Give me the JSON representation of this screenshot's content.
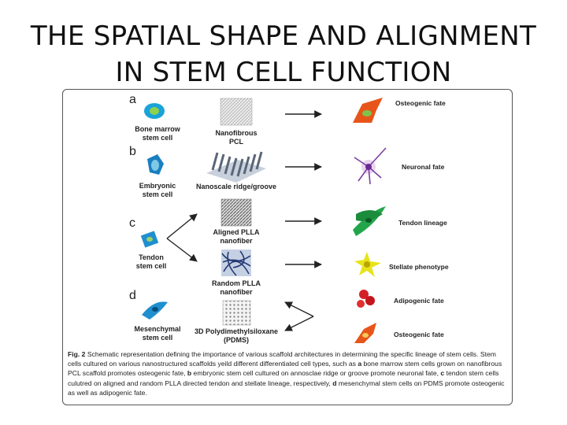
{
  "slide": {
    "title_line1": "THE SPATIAL SHAPE AND ALIGNMENT",
    "title_line2": "IN STEM CELL FUNCTION"
  },
  "figure": {
    "letters": [
      "a",
      "b",
      "c",
      "d"
    ],
    "cells": {
      "bone_marrow": [
        "Bone marrow",
        "stem cell"
      ],
      "embryonic": [
        "Embryonic",
        "stem cell"
      ],
      "tendon": [
        "Tendon",
        "stem cell"
      ],
      "mesenchymal": [
        "Mesenchymal",
        "stem cell"
      ]
    },
    "scaffolds": {
      "pcl": [
        "Nanofibrous",
        "PCL"
      ],
      "ridge": "Nanoscale ridge/groove",
      "aligned": [
        "Aligned PLLA",
        "nanofiber"
      ],
      "random": [
        "Random PLLA",
        "nanofiber"
      ],
      "pdms": [
        "3D Polydimethylsiloxane",
        "(PDMS)"
      ]
    },
    "fates": {
      "osteogenic_a": "Osteogenic fate",
      "neuronal": "Neuronal fate",
      "tendon": "Tendon lineage",
      "stellate": "Stellate phenotype",
      "adipogenic": "Adipogenic fate",
      "osteogenic_d": "Osteogenic fate"
    },
    "caption": {
      "label": "Fig. 2",
      "t1": " Schematic representation defining the importance of various scaffold architectures in determining the specific lineage of stem cells. Stem cells cultured on various nanostructured scaffolds yeild different differentiated cell types, such as ",
      "la": "a",
      "t2": " bone marrow stem cells grown on nanofibrous PCL scaffold promotes osteogenic fate, ",
      "lb": "b",
      "t3": " embryonic stem cell cultured on annosclae ridge or groove promote neuronal fate, ",
      "lc": "c",
      "t4": " tendon stem cells culutred on aligned and random PLLA directed tendon and stellate lineage, respectively, ",
      "ld": "d",
      "t5": " mesenchymal stem cells on PDMS promote osteogenic as well as adipogenic fate."
    }
  }
}
